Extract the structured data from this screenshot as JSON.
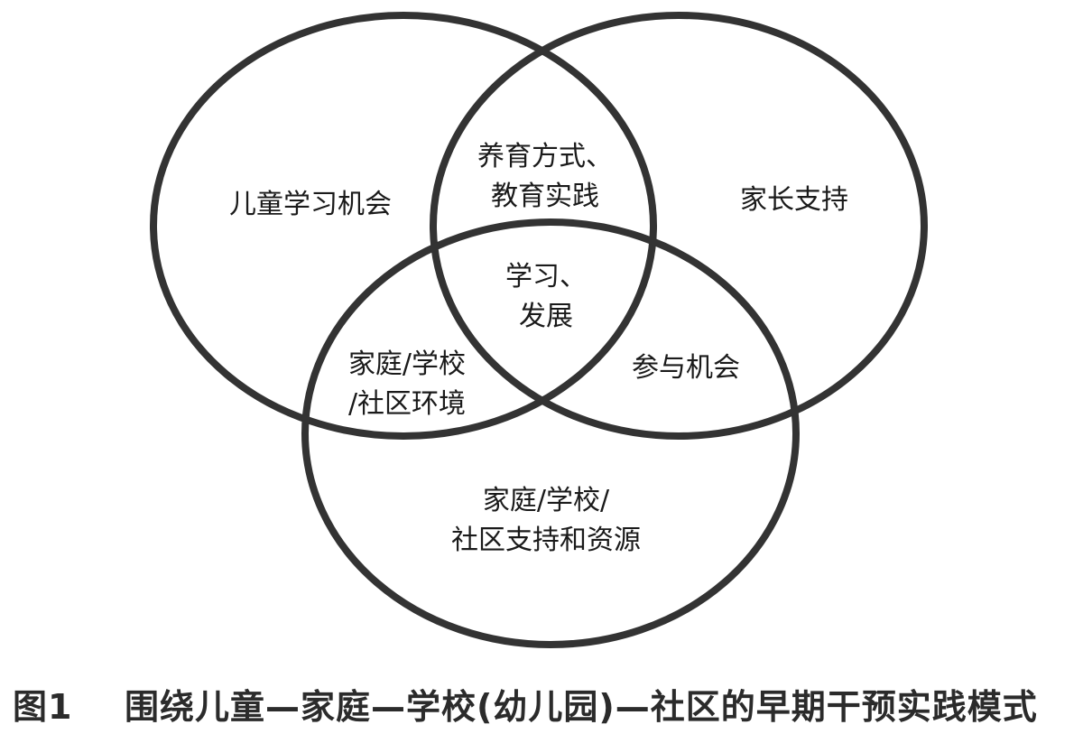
{
  "diagram": {
    "type": "venn",
    "stroke_color": "#333333",
    "sets": [
      "儿童学习机会",
      "家长支持",
      "家庭/学校/社区支持和资源"
    ],
    "regions": {
      "top_left": "儿童学习机会",
      "top_right": "家长支持",
      "top_overlap": [
        "养育方式、",
        "教育实践"
      ],
      "center": [
        "学习、",
        "发展"
      ],
      "left_bottom_overlap": [
        "家庭/学校",
        "/社区环境"
      ],
      "right_bottom_overlap": "参与机会",
      "bottom": [
        "家庭/学校/",
        "社区支持和资源"
      ]
    }
  },
  "caption": {
    "number": "图1",
    "title": "围绕儿童—家庭—学校(幼儿园)—社区的早期干预实践模式"
  }
}
